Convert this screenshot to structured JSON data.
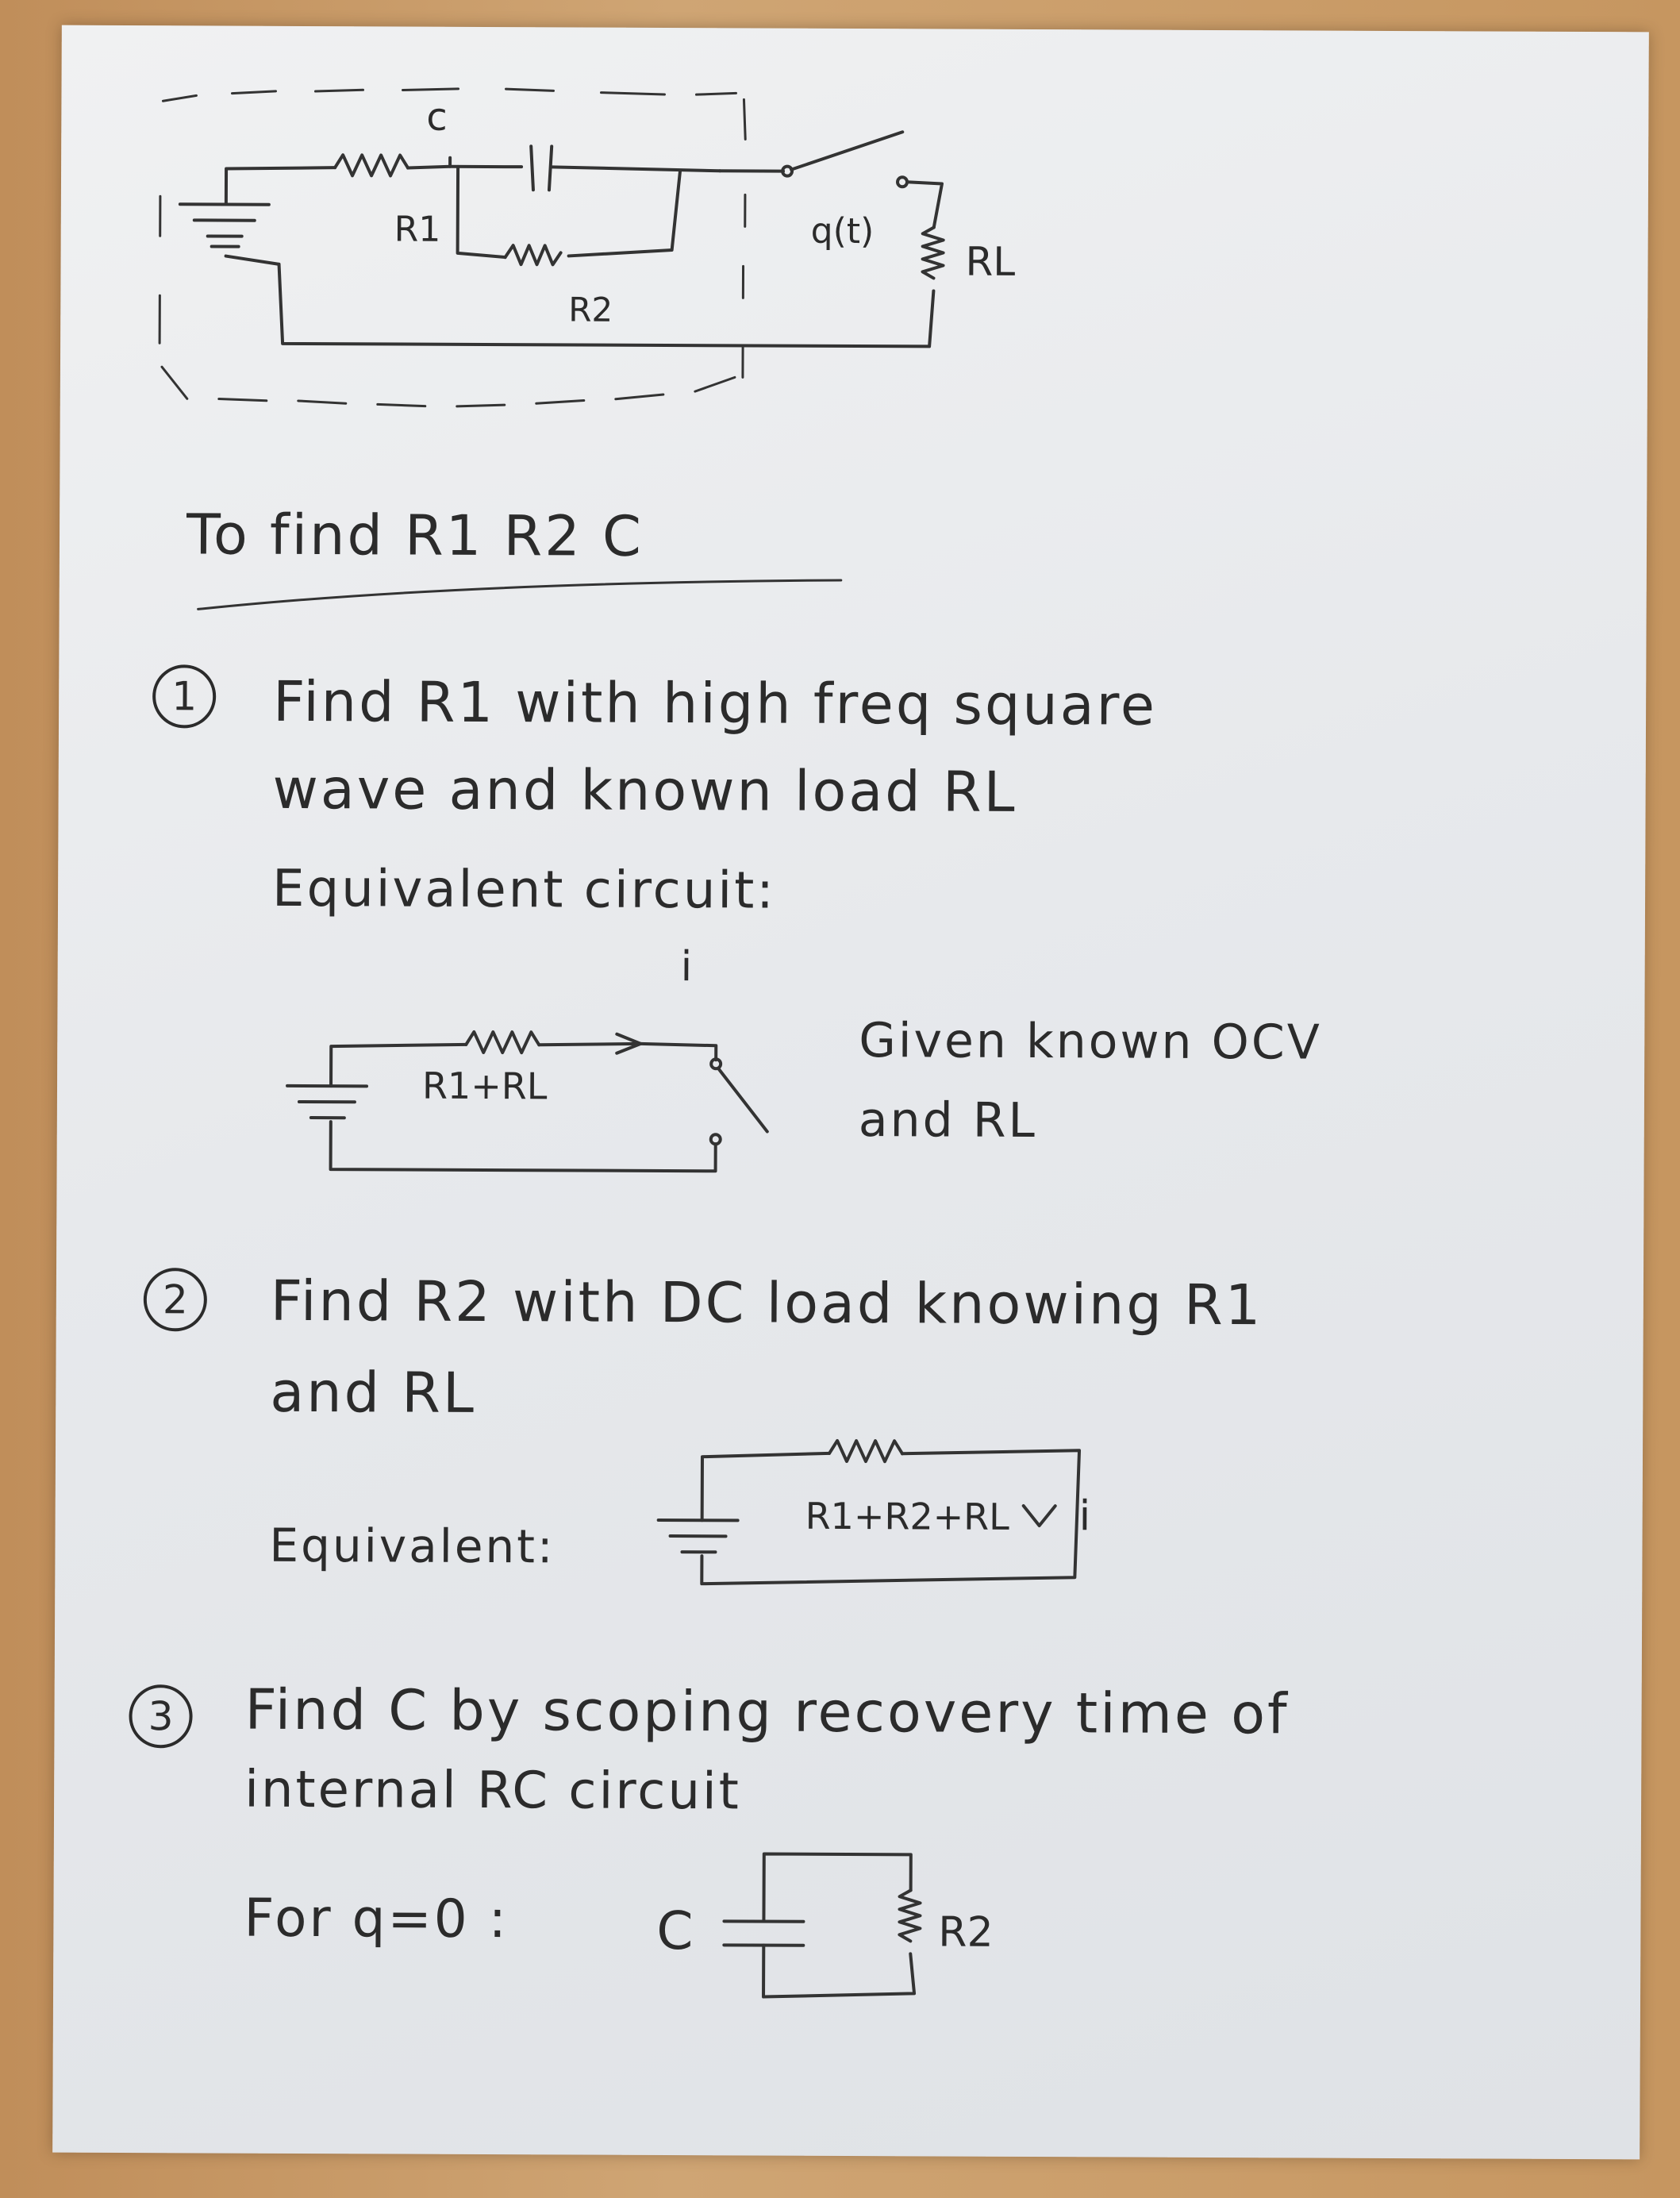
{
  "top_circuit": {
    "label_c": "c",
    "label_r1": "R1",
    "label_r2": "R2",
    "label_switch": "q(t)",
    "label_rl": "RL"
  },
  "heading": "To find R1 R2 C",
  "step1": {
    "number": "1",
    "line1": "Find R1 with high freq square",
    "line2": "wave and known load RL",
    "equivalent_label": "Equivalent circuit:",
    "resistor_label": "R1+RL",
    "current_label": "i",
    "note_line1": "Given known OCV",
    "note_line2": "and RL"
  },
  "step2": {
    "number": "2",
    "line1": "Find R2 with DC load knowing R1",
    "line2": "and RL",
    "equivalent_label": "Equivalent:",
    "resistor_label": "R1+R2+RL",
    "current_label": "i"
  },
  "step3": {
    "number": "3",
    "line1": "Find C by scoping recovery time of",
    "line2": "internal RC circuit",
    "condition_label": "For q=0 :",
    "cap_label": "C",
    "res_label": "R2"
  }
}
